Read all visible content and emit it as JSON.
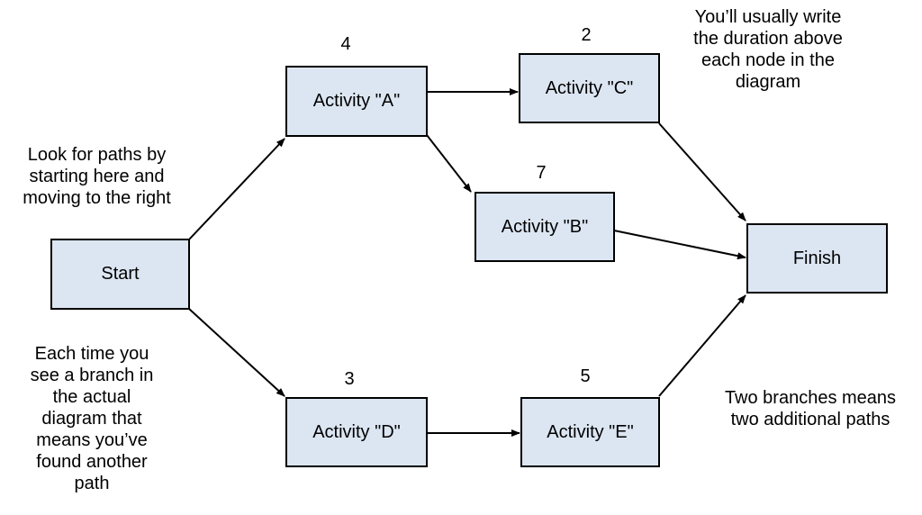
{
  "colors": {
    "node_fill": "#dce6f2",
    "node_border": "#000000",
    "arrow": "#000000"
  },
  "nodes": {
    "start": {
      "label": "Start"
    },
    "activity_a": {
      "label": "Activity \"A\"",
      "duration": "4"
    },
    "activity_b": {
      "label": "Activity \"B\"",
      "duration": "7"
    },
    "activity_c": {
      "label": "Activity \"C\"",
      "duration": "2"
    },
    "activity_d": {
      "label": "Activity \"D\"",
      "duration": "3"
    },
    "activity_e": {
      "label": "Activity \"E\"",
      "duration": "5"
    },
    "finish": {
      "label": "Finish"
    }
  },
  "edges": [
    {
      "from": "start",
      "to": "activity_a"
    },
    {
      "from": "start",
      "to": "activity_d"
    },
    {
      "from": "activity_a",
      "to": "activity_c"
    },
    {
      "from": "activity_a",
      "to": "activity_b"
    },
    {
      "from": "activity_d",
      "to": "activity_e"
    },
    {
      "from": "activity_c",
      "to": "finish"
    },
    {
      "from": "activity_b",
      "to": "finish"
    },
    {
      "from": "activity_e",
      "to": "finish"
    }
  ],
  "notes": {
    "paths_start": {
      "lines": [
        "Look for paths by",
        "starting here and",
        "moving to the right"
      ]
    },
    "branch": {
      "lines": [
        "Each time you",
        "see a branch in",
        "the actual",
        "diagram that",
        "means you’ve",
        "found another",
        "path"
      ]
    },
    "duration_hint": {
      "lines": [
        "You’ll usually write",
        "the duration above",
        "each node in the",
        "diagram"
      ]
    },
    "two_branches": {
      "lines": [
        "Two branches means",
        "two additional paths"
      ]
    }
  }
}
